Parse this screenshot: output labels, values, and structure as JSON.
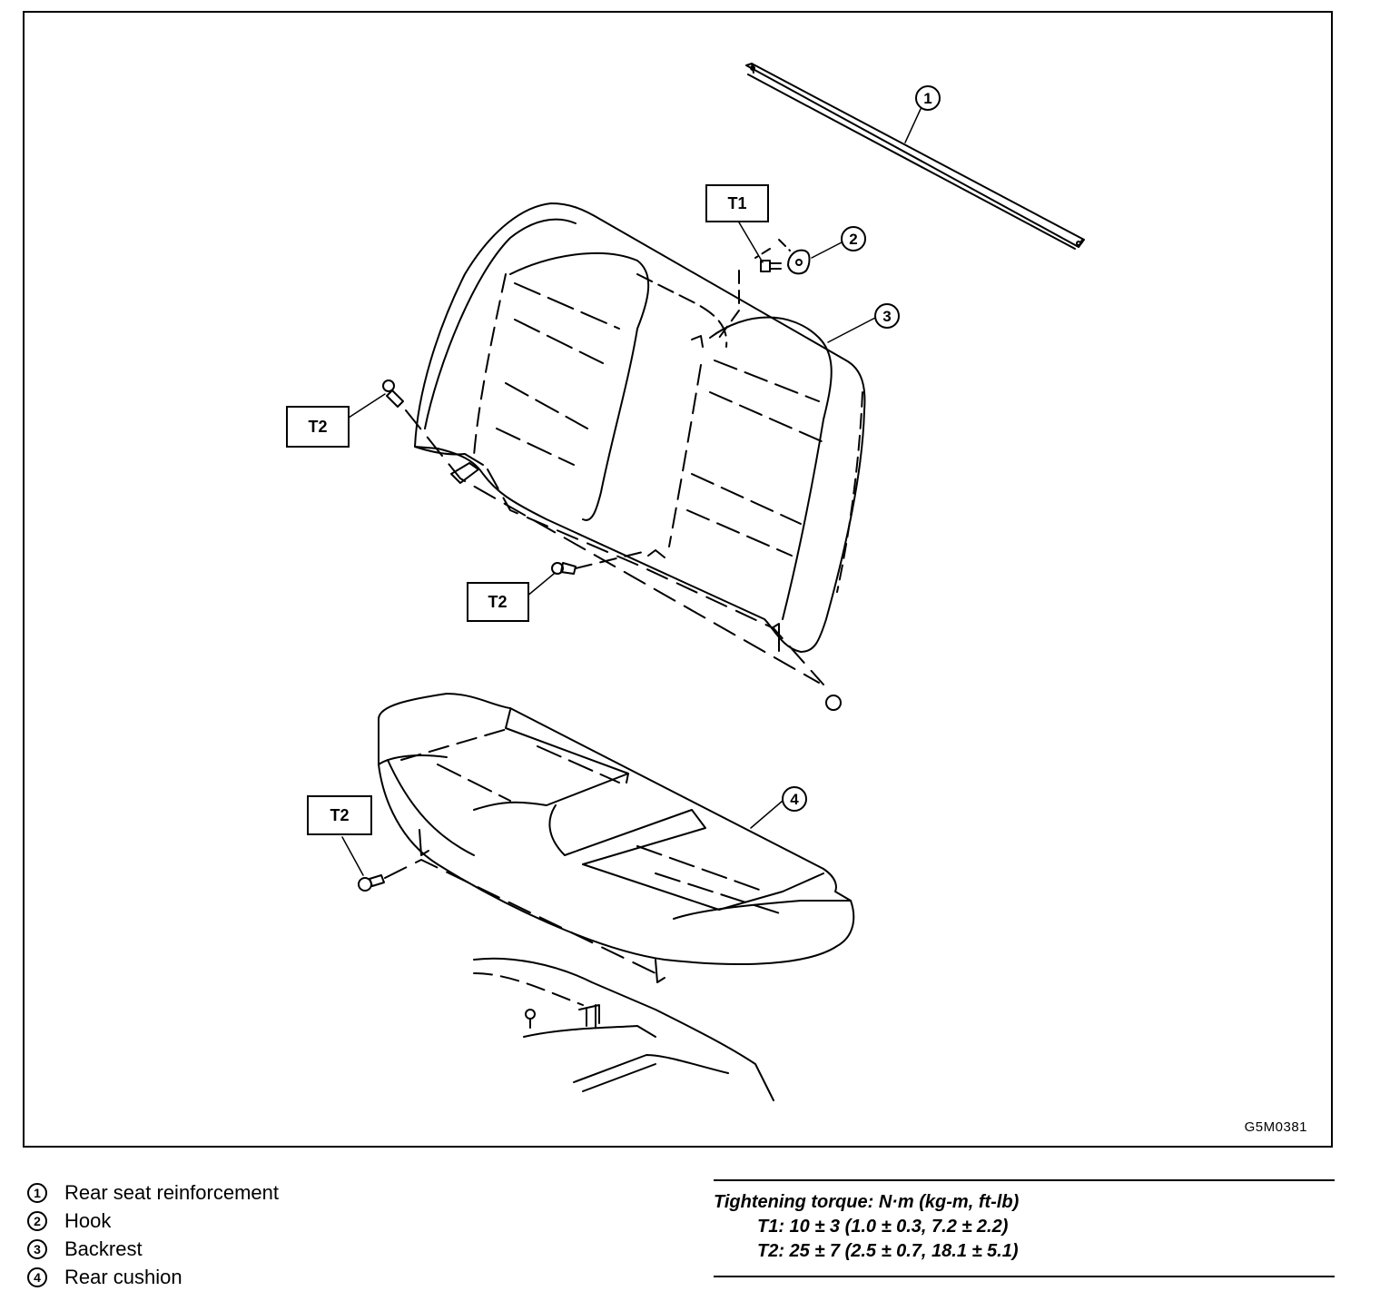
{
  "figure_id": "G5M0381",
  "callouts": {
    "c1": "1",
    "c2": "2",
    "c3": "3",
    "c4": "4",
    "t1": "T1",
    "t2a": "T2",
    "t2b": "T2",
    "t2c": "T2"
  },
  "legend": [
    {
      "num": "1",
      "label": "Rear seat reinforcement"
    },
    {
      "num": "2",
      "label": "Hook"
    },
    {
      "num": "3",
      "label": "Backrest"
    },
    {
      "num": "4",
      "label": "Rear cushion"
    }
  ],
  "torque": {
    "heading": "Tightening torque: N·m (kg-m, ft-lb)",
    "t1": "T1: 10 ± 3 (1.0 ± 0.3, 7.2 ± 2.2)",
    "t2": "T2: 25 ± 7 (2.5 ± 0.7, 18.1 ± 5.1)"
  }
}
